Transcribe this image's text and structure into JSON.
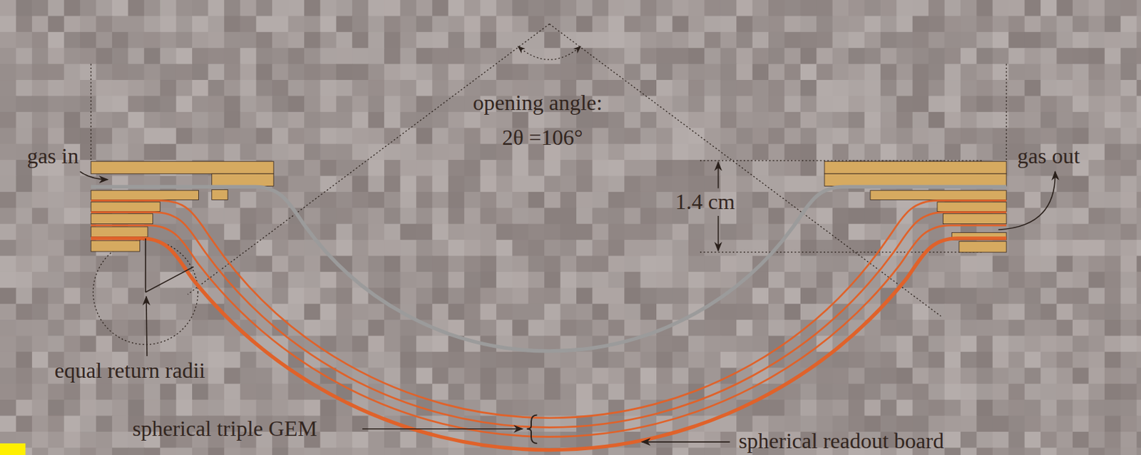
{
  "diagram": {
    "labels": [
      "gas in",
      "opening angle:",
      "2θ =106°",
      "1.4 cm",
      "gas out",
      "equal return radii",
      "spherical triple GEM",
      "spherical readout board"
    ]
  }
}
